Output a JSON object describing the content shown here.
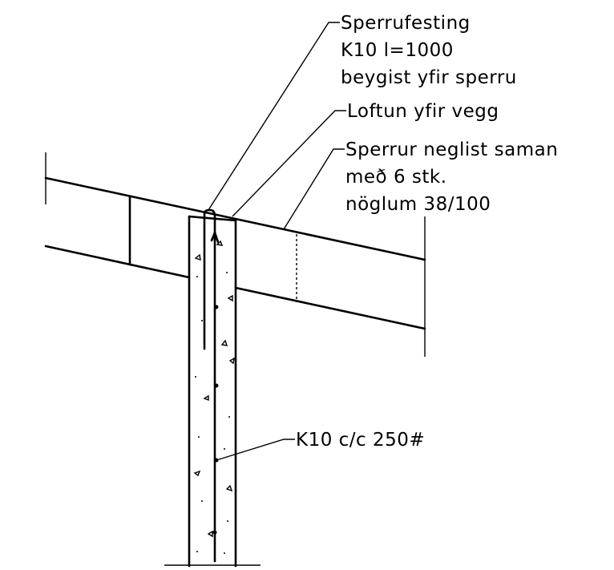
{
  "labels": {
    "rafter_fixing": {
      "line1": "Sperrufesting",
      "line2": "K10 l=1000",
      "line3": "beygist yfir sperru"
    },
    "wall_ventilation": "Loftun yfir vegg",
    "rafter_nailing": {
      "line1": "Sperrur neglist saman",
      "line2": "með 6 stk.",
      "line3": "nöglum 38/100"
    },
    "rebar": "K10 c/c 250#"
  }
}
